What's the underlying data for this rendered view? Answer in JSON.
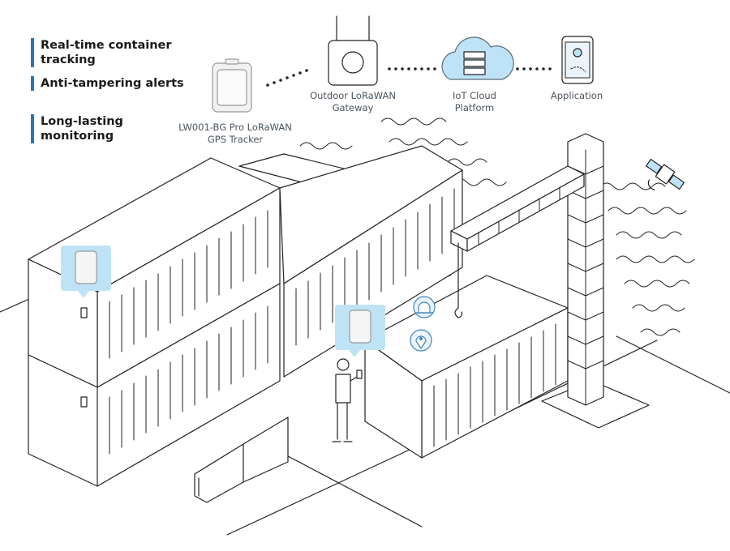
{
  "features": [
    "Real-time container tracking",
    "Anti-tampering alerts",
    "Long-lasting monitoring"
  ],
  "flow": {
    "tracker": "LW001-BG Pro LoRaWAN GPS Tracker",
    "gateway": "Outdoor LoRaWAN Gateway",
    "cloud": "IoT Cloud Platform",
    "application": "Application"
  },
  "colors": {
    "accent_blue": "#1f78c1",
    "light_blue": "#bfe3f6",
    "line": "#222222"
  },
  "icons": [
    "tracker-device-icon",
    "gateway-icon",
    "cloud-server-icon",
    "phone-map-icon",
    "satellite-icon",
    "alarm-icon",
    "location-pin-icon"
  ]
}
